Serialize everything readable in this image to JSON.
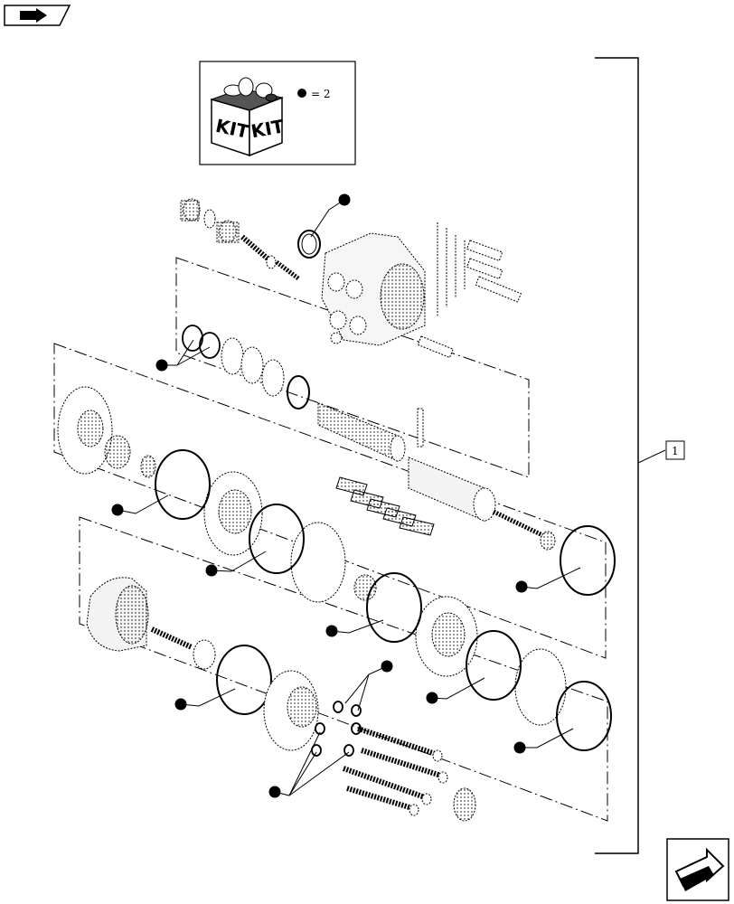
{
  "kit": {
    "label_left": "KIT",
    "label_right": "KIT",
    "qty_text": "= 2"
  },
  "reference": {
    "number": "1"
  },
  "navigation": {
    "back_icon": "back-arrow-icon",
    "next_icon": "next-arrow-icon"
  }
}
